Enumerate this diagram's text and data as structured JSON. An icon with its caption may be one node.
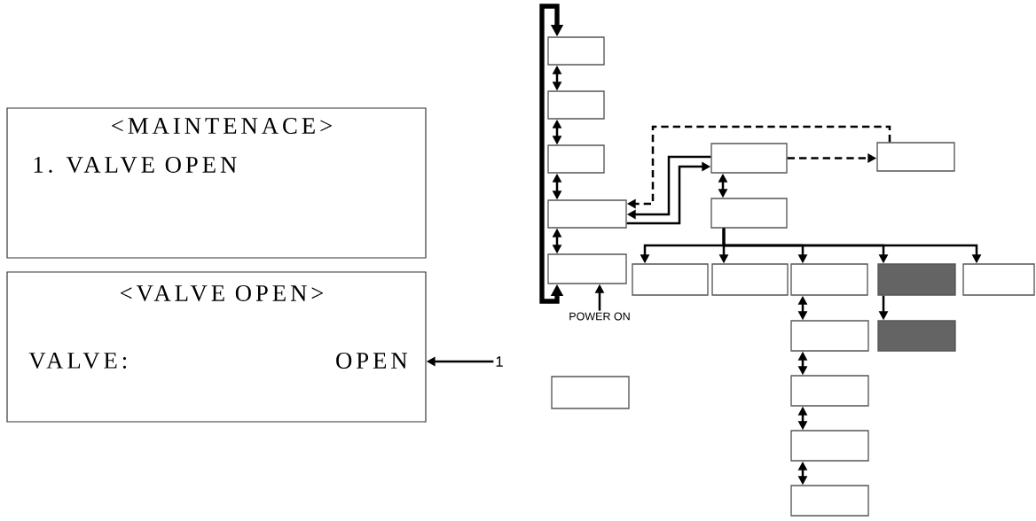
{
  "diagram": {
    "nodes": [
      {
        "text": [
          "<MAINTENACE>",
          "1. VALVE OPEN"
        ]
      },
      {
        "text": [
          "<VALVE OPEN>",
          "VALVE:",
          "OPEN"
        ]
      },
      {
        "text": [
          "1"
        ]
      },
      {
        "text": [],
        "shape": "box"
      },
      {
        "text": [],
        "shape": "box"
      },
      {
        "text": [],
        "shape": "box"
      },
      {
        "text": [],
        "shape": "box"
      },
      {
        "text": [],
        "shape": "box"
      },
      {
        "text": [],
        "shape": "box"
      },
      {
        "text": [],
        "shape": "box"
      },
      {
        "text": [],
        "shape": "box"
      },
      {
        "text": [],
        "shape": "box"
      },
      {
        "text": [],
        "shape": "box"
      },
      {
        "text": [],
        "shape": "box"
      },
      {
        "text": [],
        "shape": "box"
      },
      {
        "text": [],
        "shape": "box"
      },
      {
        "text": [
          "POWER ON"
        ]
      },
      {
        "text": [],
        "shape": "box"
      },
      {
        "text": [],
        "shape": "box"
      },
      {
        "text": [],
        "shape": "box"
      },
      {
        "text": [],
        "shape": "box"
      },
      {
        "text": [],
        "shape": "box"
      },
      {
        "text": [],
        "shape": "box"
      }
    ],
    "edges": [
      {
        "from": 2,
        "to": 1,
        "arrow": "to"
      },
      {
        "from": 3,
        "to": 4,
        "arrow": "both"
      },
      {
        "from": 4,
        "to": 5,
        "arrow": "both"
      },
      {
        "from": 5,
        "to": 8,
        "arrow": "both"
      },
      {
        "from": 8,
        "to": 10,
        "arrow": "both"
      },
      {
        "from": 10,
        "to": 3,
        "arrow": "both",
        "style": "thick"
      },
      {
        "from": 16,
        "to": 10,
        "arrow": "to"
      },
      {
        "from": 8,
        "to": 6,
        "arrow": "to"
      },
      {
        "from": 6,
        "to": 8,
        "arrow": "to"
      },
      {
        "from": 7,
        "to": 8,
        "arrow": "to",
        "style": "dashed"
      },
      {
        "from": 6,
        "to": 7,
        "arrow": "to",
        "style": "dashed"
      },
      {
        "from": 6,
        "to": 9,
        "arrow": "both"
      },
      {
        "from": 9,
        "to": 11,
        "arrow": "to"
      },
      {
        "from": 9,
        "to": 12,
        "arrow": "to"
      },
      {
        "from": 9,
        "to": 13,
        "arrow": "to"
      },
      {
        "from": 9,
        "to": 14,
        "arrow": "to"
      },
      {
        "from": 9,
        "to": 15,
        "arrow": "to"
      },
      {
        "from": 13,
        "to": 17,
        "arrow": "both"
      },
      {
        "from": 17,
        "to": 20,
        "arrow": "both"
      },
      {
        "from": 20,
        "to": 21,
        "arrow": "both"
      },
      {
        "from": 21,
        "to": 22,
        "arrow": "both"
      },
      {
        "from": 14,
        "to": 18,
        "arrow": "to"
      }
    ]
  }
}
